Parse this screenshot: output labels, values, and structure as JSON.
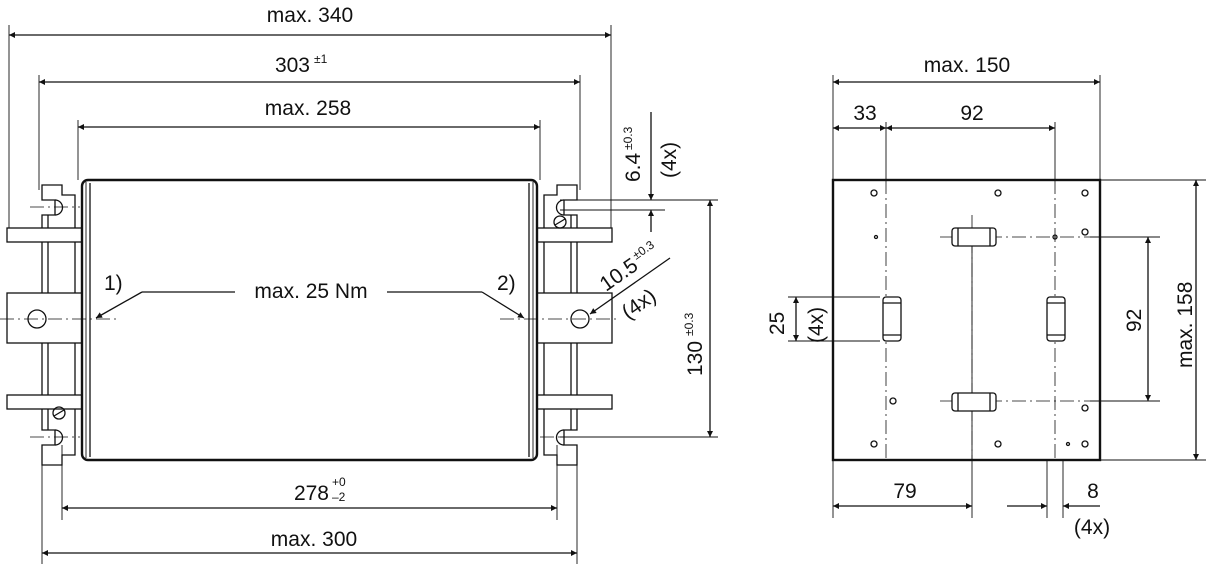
{
  "front_view": {
    "dim_overall_width": "max. 340",
    "dim_mounting_distance": "303",
    "dim_mounting_tolerance": "±1",
    "dim_body_width": "max. 258",
    "dim_bottom_distance": "278",
    "dim_bottom_tol_upper": "+0",
    "dim_bottom_tol_lower": "–2",
    "dim_base_width": "max. 300",
    "dim_slot_width": "6.4",
    "dim_slot_tolerance": "±0.3",
    "dim_slot_count": "(4x)",
    "dim_hole_dia": "10.5",
    "dim_hole_tolerance": "±0.3",
    "dim_hole_count": "(4x)",
    "dim_height": "130",
    "dim_height_tolerance": "±0.3",
    "torque_label": "max. 25 Nm",
    "terminal_1": "1)",
    "terminal_2": "2)"
  },
  "side_view": {
    "dim_overall_width": "max. 150",
    "dim_left_offset": "33",
    "dim_hole_spacing_top": "92",
    "dim_overall_height": "max. 158",
    "dim_vertical_spacing": "92",
    "dim_slot_length": "25",
    "dim_slot_count": "(4x)",
    "dim_bottom_offset": "79",
    "dim_slot_width": "8",
    "dim_slot_width_count": "(4x)"
  }
}
